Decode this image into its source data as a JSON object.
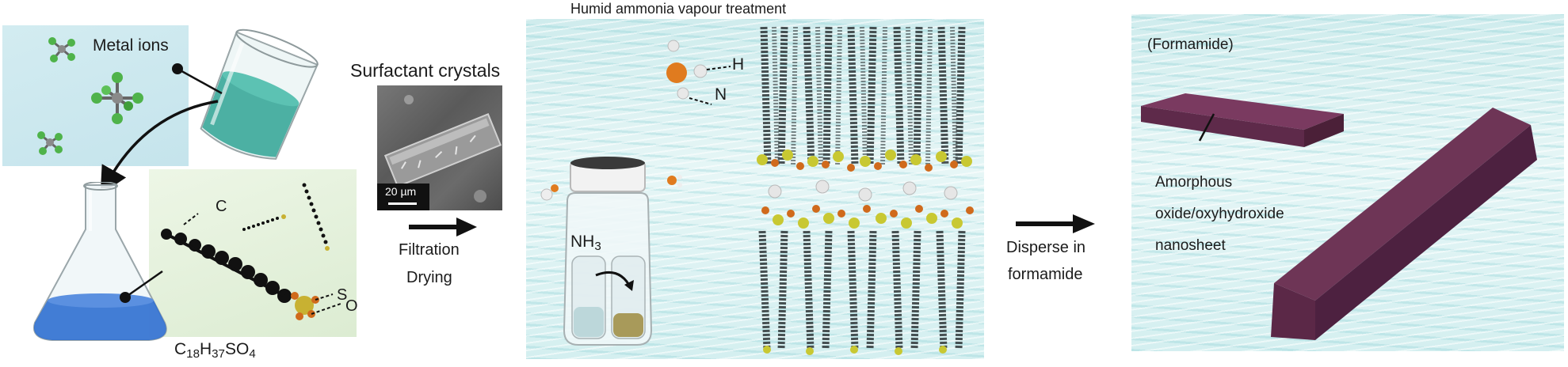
{
  "colors": {
    "metal_bg": "#cfeaf0",
    "surfactant_bg": "#e4f1db",
    "water": "#d6eff0",
    "teal_liquid": "#3aa89a",
    "blue_liquid": "#2f6fd0",
    "carbon": "#111111",
    "sulfur": "#c8b132",
    "oxygen": "#d06a1c",
    "nitrogen_atom": "#e07b1f",
    "hydrogen_atom": "#e8e8e8",
    "nanosheet": "#5e2a4a",
    "arrow": "#111111"
  },
  "panel1": {
    "metal_ions_label": "Metal ions",
    "carbon_label": "C",
    "sulfur_label": "S",
    "oxygen_label": "O",
    "formula": {
      "c": "C",
      "c_sub": "18",
      "h": "H",
      "h_sub": "37",
      "so": "SO",
      "so_sub": "4"
    }
  },
  "panel2": {
    "title": "Surfactant crystals",
    "scale_bar": "20 µm",
    "step_line1": "Filtration",
    "step_line2": "Drying"
  },
  "panel3": {
    "title": "Humid ammonia vapour treatment",
    "h_label": "H",
    "n_label": "N",
    "nh3": {
      "base": "NH",
      "sub": "3"
    }
  },
  "panel4": {
    "step_line1": "Disperse in",
    "step_line2": "formamide",
    "solvent_label": "(Formamide)",
    "sheet_line1": "Amorphous",
    "sheet_line2": "oxide/oxyhydroxide",
    "sheet_line3": "nanosheet"
  }
}
